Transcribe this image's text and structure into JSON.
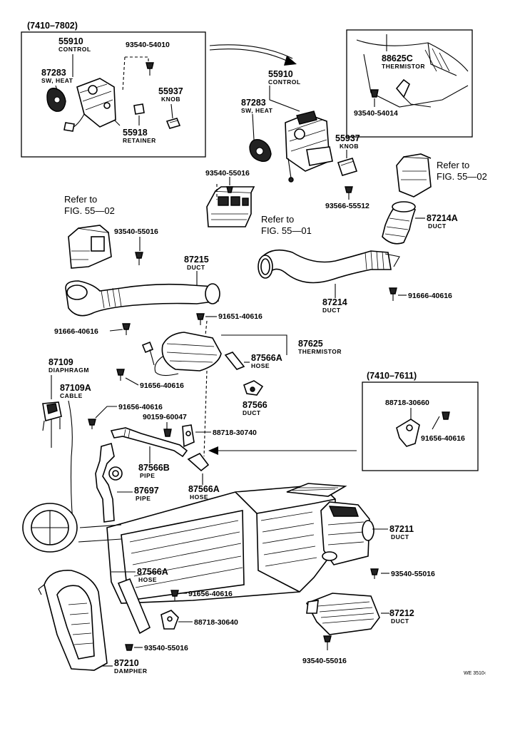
{
  "variants": {
    "left": "(7410–7802)",
    "right": "(7410–7611)"
  },
  "refs": {
    "fig_55_02_top": [
      "Refer to",
      "FIG. 55—02"
    ],
    "fig_55_02_left": [
      "Refer to",
      "FIG. 55—02"
    ],
    "fig_55_01": [
      "Refer to",
      "FIG. 55—01"
    ]
  },
  "parts": {
    "p55910a": {
      "num": "55910",
      "name": "CONTROL"
    },
    "p87283a": {
      "num": "87283",
      "name": "SW, HEAT"
    },
    "p93540_54010": {
      "num": "93540-54010"
    },
    "p55937a": {
      "num": "55937",
      "name": "KNOB"
    },
    "p55918": {
      "num": "55918",
      "name": "RETAINER"
    },
    "p55910b": {
      "num": "55910",
      "name": "CONTROL"
    },
    "p87283b": {
      "num": "87283",
      "name": "SW, HEAT"
    },
    "p55937b": {
      "num": "55937",
      "name": "KNOB"
    },
    "p88625c": {
      "num": "88625C",
      "name": "THERMISTOR"
    },
    "p93540_54014": {
      "num": "93540-54014"
    },
    "p93540_55016_a": {
      "num": "93540-55016"
    },
    "p93566_55512": {
      "num": "93566-55512"
    },
    "p87214a": {
      "num": "87214A",
      "name": "DUCT"
    },
    "p93540_55016_b": {
      "num": "93540-55016"
    },
    "p87215": {
      "num": "87215",
      "name": "DUCT"
    },
    "p87214": {
      "num": "87214",
      "name": "DUCT"
    },
    "p91666_40616_a": {
      "num": "91666-40616"
    },
    "p91651_40616": {
      "num": "91651-40616"
    },
    "p91666_40616_b": {
      "num": "91666-40616"
    },
    "p87625": {
      "num": "87625",
      "name": "THERMISTOR"
    },
    "p87566a_a": {
      "num": "87566A",
      "name": "HOSE"
    },
    "p87109": {
      "num": "87109",
      "name": "DIAPHRAGM"
    },
    "p87109a": {
      "num": "87109A",
      "name": "CABLE"
    },
    "p91656_40616_a": {
      "num": "91656-40616"
    },
    "p87566": {
      "num": "87566",
      "name": "DUCT"
    },
    "p91656_40616_b": {
      "num": "91656-40616"
    },
    "p90159_60047": {
      "num": "90159-60047"
    },
    "p88718_30740": {
      "num": "88718-30740"
    },
    "p88718_30660": {
      "num": "88718-30660"
    },
    "p91656_40616_c": {
      "num": "91656-40616"
    },
    "p87566b": {
      "num": "87566B",
      "name": "PIPE"
    },
    "p87566a_b": {
      "num": "87566A",
      "name": "HOSE"
    },
    "p87697": {
      "num": "87697",
      "name": "PIPE"
    },
    "p87211": {
      "num": "87211",
      "name": "DUCT"
    },
    "p93540_55016_c": {
      "num": "93540-55016"
    },
    "p87566a_c": {
      "num": "87566A",
      "name": "HOSE"
    },
    "p91656_40616_d": {
      "num": "91656-40616"
    },
    "p88718_30640": {
      "num": "88718-30640"
    },
    "p87212": {
      "num": "87212",
      "name": "DUCT"
    },
    "p93540_55016_d": {
      "num": "93540-55016"
    },
    "p93540_55016_e": {
      "num": "93540-55016"
    },
    "p87210": {
      "num": "87210",
      "name": "DAMPHER"
    }
  },
  "footer_code": "WE 3510‹"
}
